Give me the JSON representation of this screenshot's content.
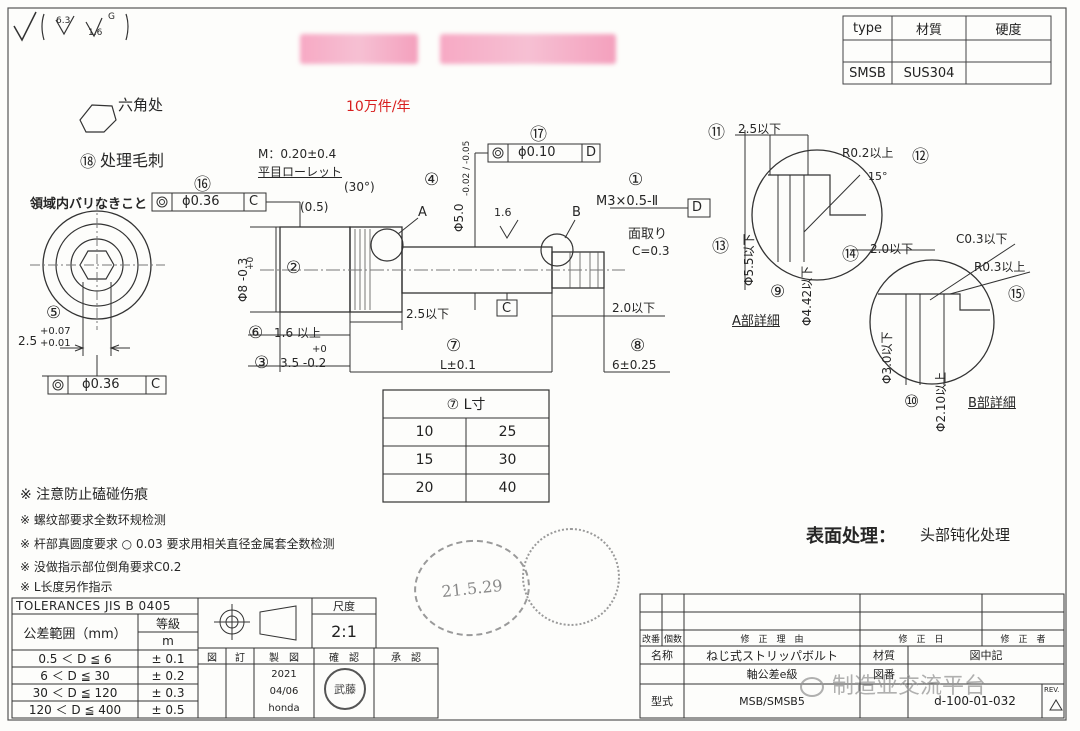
{
  "header": {
    "surface_symbol_values": [
      "6.3",
      "1.6",
      "G"
    ],
    "production_volume": "10万件/年",
    "handwritten_hex": "六角处",
    "item18_note": "处理毛刺"
  },
  "material_table": {
    "headers": [
      "type",
      "材質",
      "硬度"
    ],
    "row": [
      "SMSB",
      "SUS304",
      ""
    ]
  },
  "left_view": {
    "title": "領域内バリなきこと",
    "item5": "⑤",
    "tol_plus": "+0.07",
    "tol_minus": "+0.01",
    "base": "2.5",
    "runout": "ϕ0.36",
    "datum": "C"
  },
  "main_view": {
    "m_note": "M：0.20±0.4",
    "knurl": "平目ローレット",
    "angle": "(30°)",
    "offset": "(0.5)",
    "item16": "⑯",
    "runout16": "ϕ0.36",
    "datum16": "C",
    "item17": "⑰",
    "runout17": "ϕ0.10",
    "datum17": "D",
    "item4": "④",
    "dia4": "Φ5.0",
    "dia4_tol": "-0.02 / -0.05",
    "item1": "①",
    "thread": "M3×0.5-Ⅱ",
    "datum_d": "D",
    "label_a": "A",
    "label_b": "B",
    "rough": "1.6",
    "chamfer": "面取り",
    "chamfer_c": "C=0.3",
    "item2": "②",
    "dia2": "Φ8 -0.3",
    "dia2_plus": "+0",
    "len25": "2.5以下",
    "datum_c": "C",
    "len20": "2.0以下",
    "item6": "⑥",
    "len6": "1.6 以上",
    "item3": "③",
    "len3": "3.5 -0.2",
    "len3_plus": "+0",
    "item7": "⑦",
    "len7": "L±0.1",
    "item8": "⑧",
    "len8": "6±0.25"
  },
  "l_table": {
    "title": "⑦ L寸",
    "rows": [
      [
        "10",
        "25"
      ],
      [
        "15",
        "30"
      ],
      [
        "20",
        "40"
      ]
    ]
  },
  "detail_a": {
    "item11": "⑪",
    "len11": "2.5以下",
    "r02": "R0.2以上",
    "item12": "⑫",
    "angle": "15°",
    "item13": "⑬",
    "dia13": "Φ5.5以下",
    "item9": "⑨",
    "dia9": "Φ4.42以下",
    "caption": "A部詳細"
  },
  "detail_b": {
    "item14": "⑭",
    "len14": "2.0以下",
    "c03": "C0.3以下",
    "r03": "R0.3以上",
    "item15": "⑮",
    "dia30": "Φ3.0以下",
    "item10": "⑩",
    "dia210": "Φ2.10以上",
    "caption": "B部詳細"
  },
  "notes": [
    "※ 注意防止磕碰伤痕",
    "※ 螺纹部要求全数环规检测",
    "※ 杆部真圆度要求 ○ 0.03   要求用相关直径金属套全数检测",
    "※  没做指示部位倒角要求C0.2",
    "※  L长度另作指示"
  ],
  "surface_treatment": {
    "label": "表面处理：",
    "value": "头部钝化处理"
  },
  "tolerance_table": {
    "title": "TOLERANCES  JIS  B  0405",
    "range_label": "公差範囲（mm）",
    "grade_label": "等級",
    "grade_value": "m",
    "rows": [
      [
        "0.5 ＜ D ≦ 6",
        "± 0.1"
      ],
      [
        "6 ＜ D ≦ 30",
        "± 0.2"
      ],
      [
        "30 ＜ D ≦ 120",
        "± 0.3"
      ],
      [
        "120 ＜ D ≦ 400",
        "± 0.5"
      ]
    ]
  },
  "scale": {
    "label": "尺度",
    "value": "2:1"
  },
  "approval": {
    "headers": [
      "図",
      "訂",
      "製　図",
      "確　認",
      "承　認"
    ],
    "date_year": "2021",
    "date_md": "04/06",
    "drafter": "honda",
    "approver_seal": "武藤"
  },
  "title_block": {
    "rev_headers": [
      "改番",
      "個数",
      "修　正　理　由",
      "修　正　日",
      "修　正　者"
    ],
    "name_label": "名称",
    "name_value": "ねじ式ストリッパボルト",
    "name_sub": "軸公差e級",
    "material_label": "材質",
    "material_value": "図中記",
    "drawing_label": "図番",
    "form_label": "型式",
    "form_value": "MSB/SMSB5",
    "drawing_no": "d-100-01-032",
    "rev": "REV."
  },
  "stamps": {
    "date_stamp": "21.5.29",
    "watermark": "制造业交流平台"
  }
}
